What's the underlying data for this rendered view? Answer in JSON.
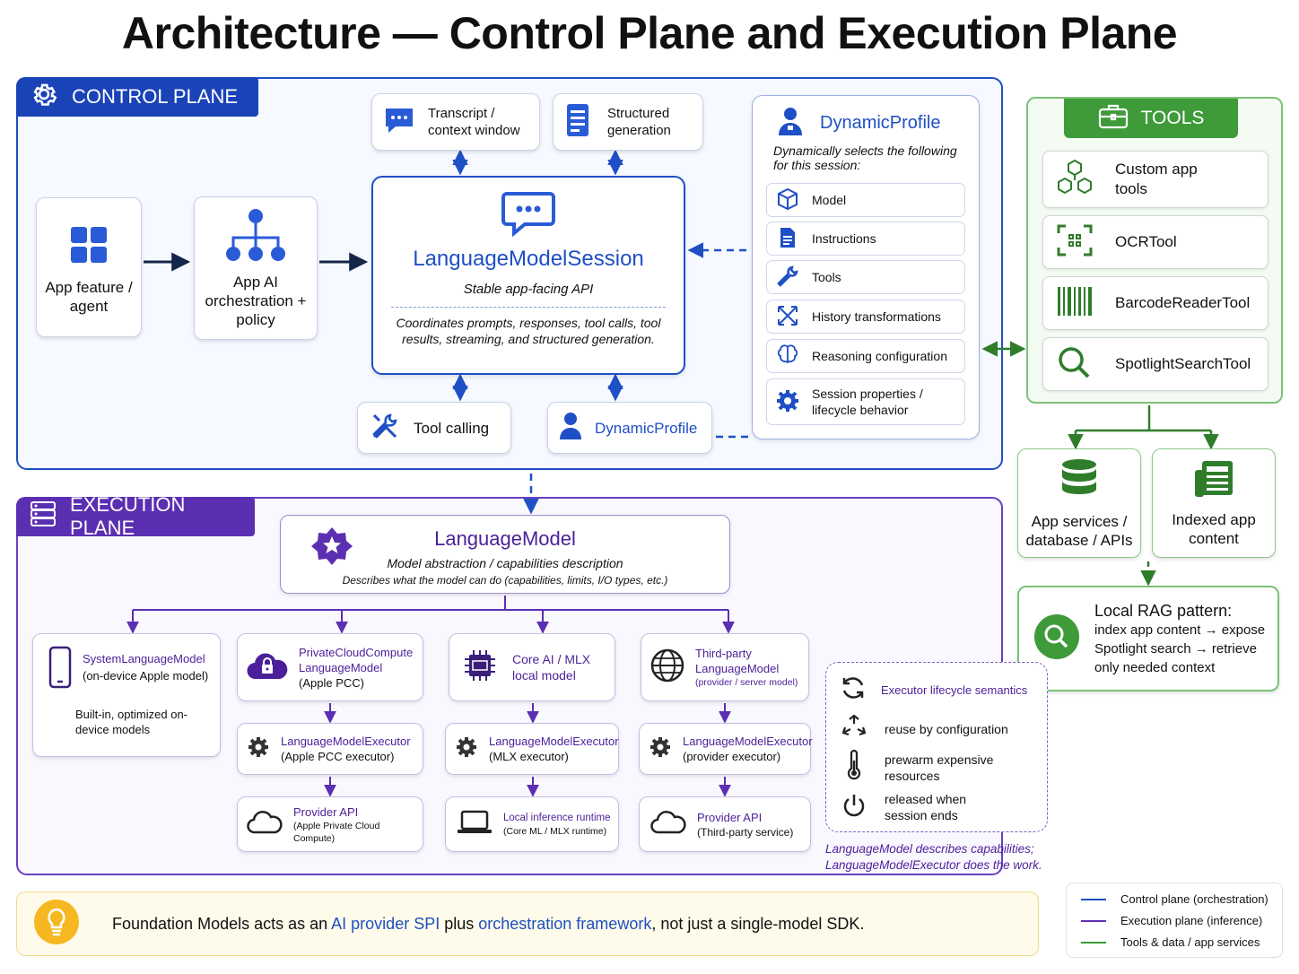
{
  "title": "Architecture — Control Plane and Execution Plane",
  "colors": {
    "control": "#1f4fc4",
    "execution": "#5b2fb2",
    "tools": "#3f9a3a",
    "note_bg": "#fffbea"
  },
  "control_plane": {
    "label": "CONTROL PLANE",
    "app_feature": "App feature / agent",
    "orchestration": "App AI orchestration + policy",
    "transcript": "Transcript / context window",
    "structured": "Structured generation",
    "session": {
      "title": "LanguageModelSession",
      "subtitle": "Stable app-facing API",
      "description": "Coordinates prompts, responses, tool calls, tool results, streaming, and structured generation."
    },
    "tool_calling": "Tool calling",
    "dynamic_profile_small": "DynamicProfile",
    "dynamic_profile": {
      "title": "DynamicProfile",
      "subtitle": "Dynamically selects the following for this session:",
      "items": [
        "Model",
        "Instructions",
        "Tools",
        "History transformations",
        "Reasoning configuration",
        "Session properties / lifecycle behavior"
      ]
    }
  },
  "tools": {
    "label": "TOOLS",
    "items": [
      "Custom app tools",
      "OCRTool",
      "BarcodeReaderTool",
      "SpotlightSearchTool"
    ],
    "app_services": "App services / database / APIs",
    "indexed": "Indexed app content",
    "rag_title": "Local RAG pattern:",
    "rag_text": "index app content → expose Spotlight search → retrieve only needed context"
  },
  "execution_plane": {
    "label": "EXECUTION PLANE",
    "language_model": {
      "title": "LanguageModel",
      "subtitle": "Model abstraction / capabilities description",
      "description": "Describes what the model can do (capabilities, limits, I/O types, etc.)"
    },
    "system_model": {
      "title": "SystemLanguageModel",
      "subtitle": "(on-device Apple model)",
      "note": "Built-in, optimized on-device models"
    },
    "columns": [
      {
        "model_title": "PrivateCloudCompute LanguageModel",
        "model_sub": "(Apple PCC)",
        "executor_title": "LanguageModelExecutor",
        "executor_sub": "(Apple PCC executor)",
        "provider_title": "Provider API",
        "provider_sub": "(Apple Private Cloud Compute)"
      },
      {
        "model_title": "Core AI / MLX local model",
        "model_sub": "",
        "executor_title": "LanguageModelExecutor",
        "executor_sub": "(MLX executor)",
        "provider_title": "Local inference runtime",
        "provider_sub": "(Core ML / MLX runtime)"
      },
      {
        "model_title": "Third-party LanguageModel",
        "model_sub": "(provider / server model)",
        "executor_title": "LanguageModelExecutor",
        "executor_sub": "(provider executor)",
        "provider_title": "Provider API",
        "provider_sub": "(Third-party service)"
      }
    ],
    "lifecycle": {
      "title": "Executor lifecycle semantics",
      "items": [
        "reuse by configuration",
        "prewarm expensive resources",
        "released when session ends"
      ]
    },
    "caption": "LanguageModel describes capabilities; LanguageModelExecutor does the work."
  },
  "note": {
    "prefix": "Foundation Models acts as an ",
    "highlight1": "AI provider SPI",
    "middle": " plus ",
    "highlight2": "orchestration framework",
    "suffix": ", not just a single-model SDK."
  },
  "legend": [
    {
      "label": "Control plane (orchestration)",
      "color": "#1f4fc4"
    },
    {
      "label": "Execution plane (inference)",
      "color": "#5b2fb2"
    },
    {
      "label": "Tools & data / app services",
      "color": "#3f9a3a"
    }
  ]
}
